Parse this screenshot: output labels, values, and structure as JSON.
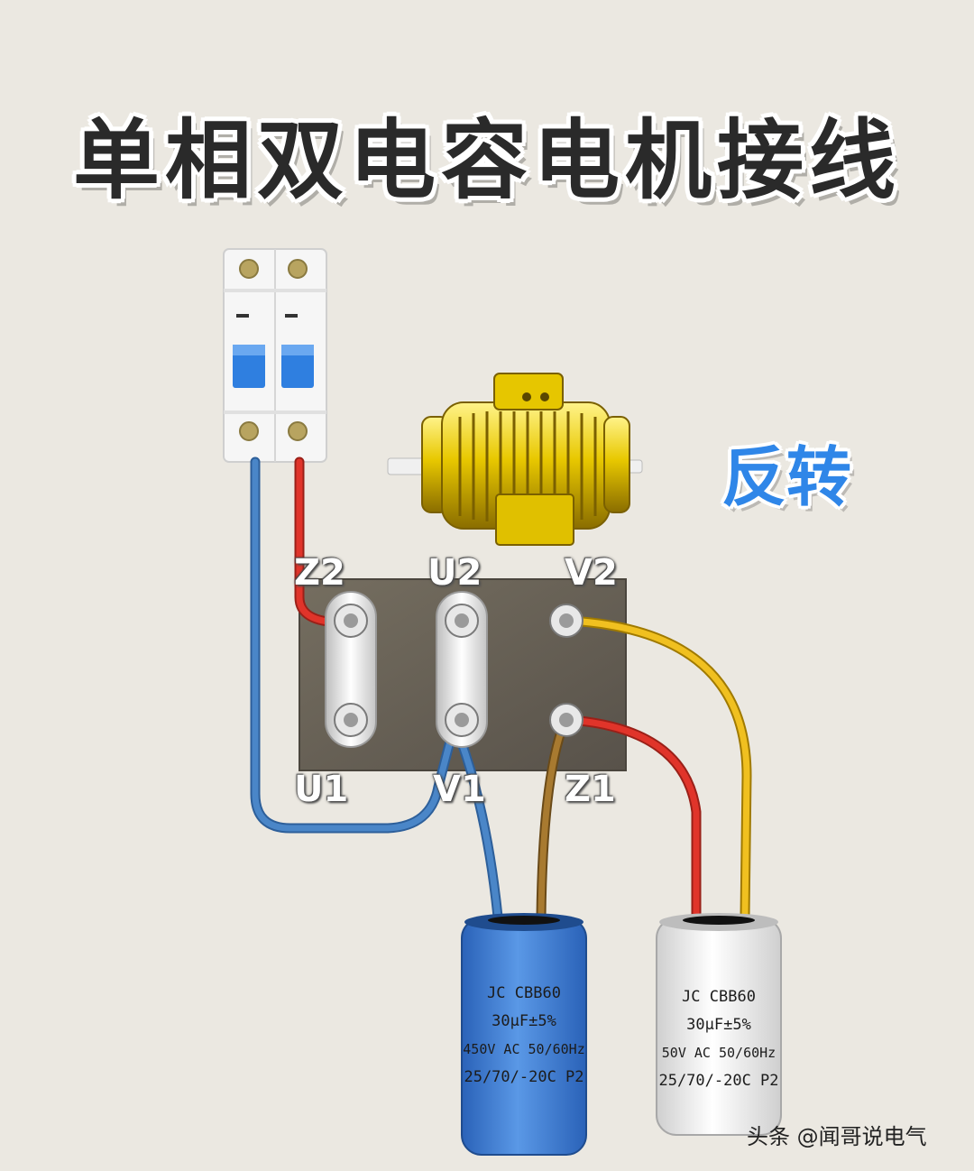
{
  "title": "单相双电容电机接线",
  "direction_label": "反转",
  "terminals": {
    "z2": "Z2",
    "u2": "U2",
    "v2": "V2",
    "u1": "U1",
    "v1": "V1",
    "z1": "Z1"
  },
  "capacitor_left": {
    "lines": [
      "JC  CBB60",
      "30μF±5%",
      "450V AC  50/60Hz",
      "25/70/-20C  P2"
    ]
  },
  "capacitor_right": {
    "lines": [
      "JC  CBB60",
      "30μF±5%",
      "50V AC  50/60Hz",
      "25/70/-20C  P2"
    ]
  },
  "watermark": "头条 @闻哥说电气",
  "colors": {
    "background": "#ebe8e1",
    "wire_blue": "#4a86c8",
    "wire_red": "#e0342a",
    "wire_yellow": "#f0c020",
    "wire_brown": "#a87a30",
    "terminal_plate": "#6a6458",
    "motor": "#e8c800",
    "breaker_switch": "#2f7fe0",
    "capacitor_blue": "#3d7fd6",
    "capacitor_white": "#f4f4f4"
  }
}
